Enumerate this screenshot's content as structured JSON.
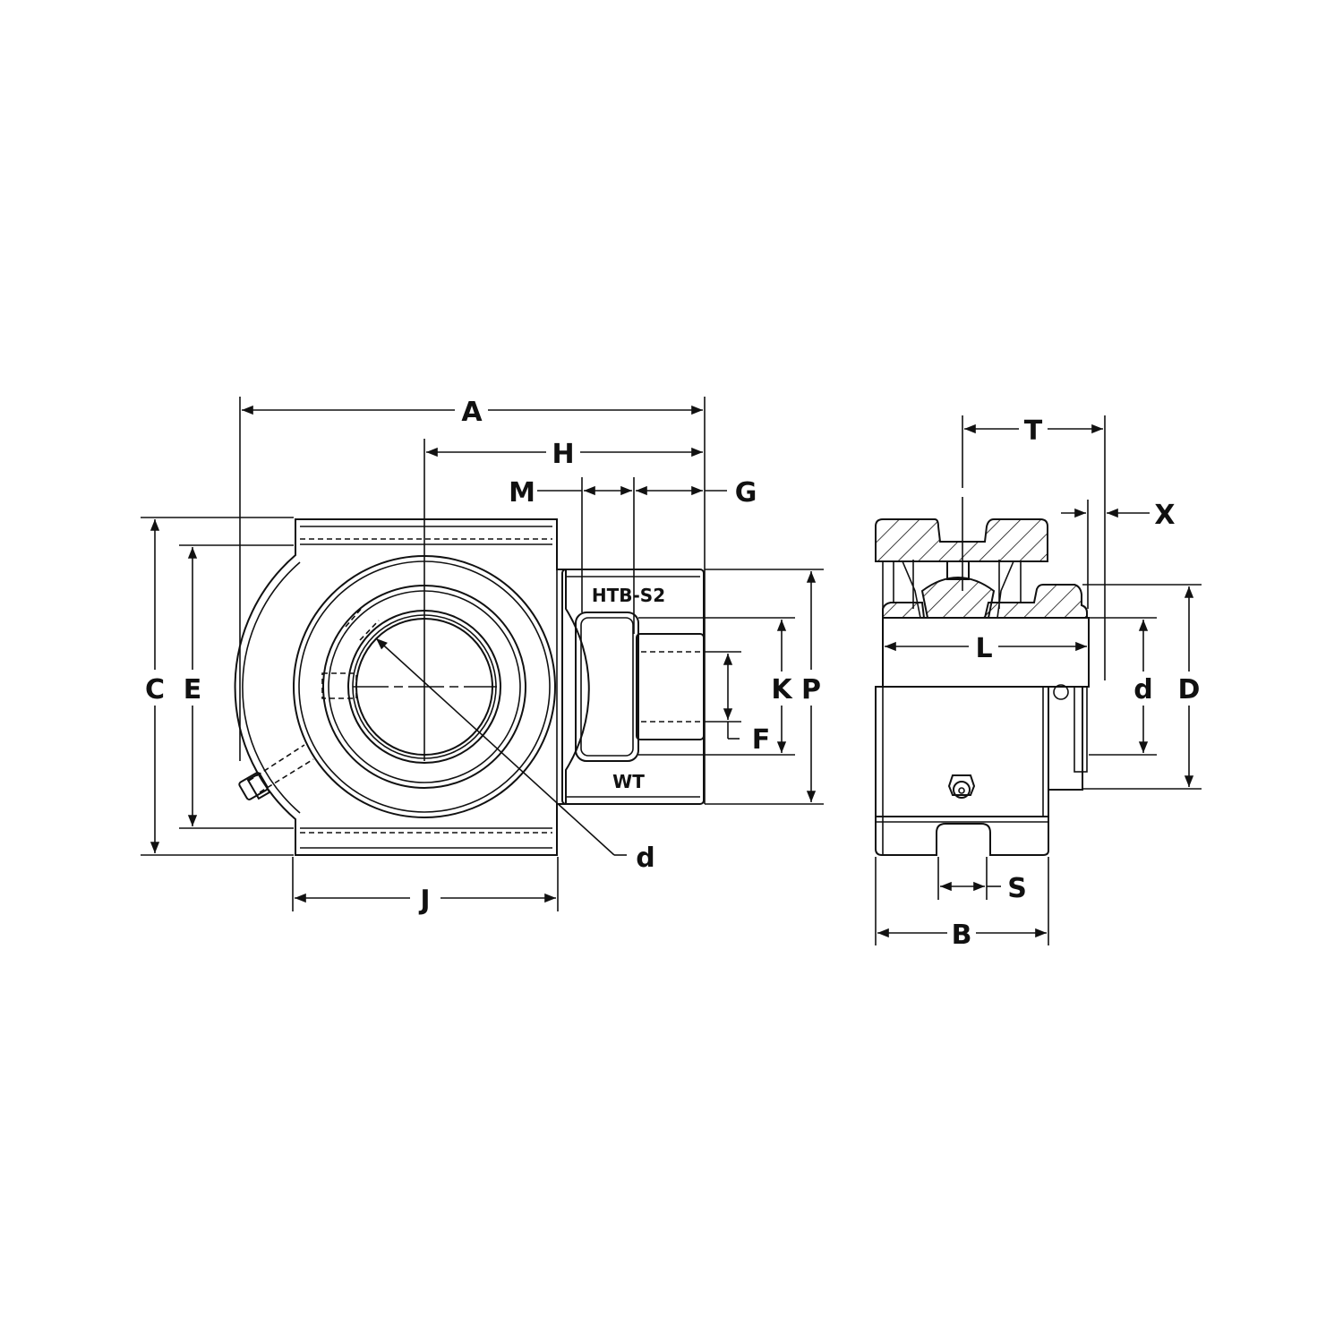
{
  "drawing": {
    "title": "Take-up bearing unit dimensional drawing",
    "front_view": {
      "dimension_labels": {
        "A": "A",
        "H": "H",
        "M": "M",
        "G": "G",
        "C": "C",
        "E": "E",
        "K": "K",
        "P": "P",
        "F": "F",
        "J": "J",
        "d": "d"
      },
      "markings": {
        "top": "HTB-S2",
        "bottom": "WT"
      }
    },
    "side_view": {
      "dimension_labels": {
        "T": "T",
        "X": "X",
        "L": "L",
        "d": "d",
        "D": "D",
        "S": "S",
        "B": "B"
      }
    },
    "colors": {
      "line": "#111111",
      "background": "#ffffff"
    }
  }
}
